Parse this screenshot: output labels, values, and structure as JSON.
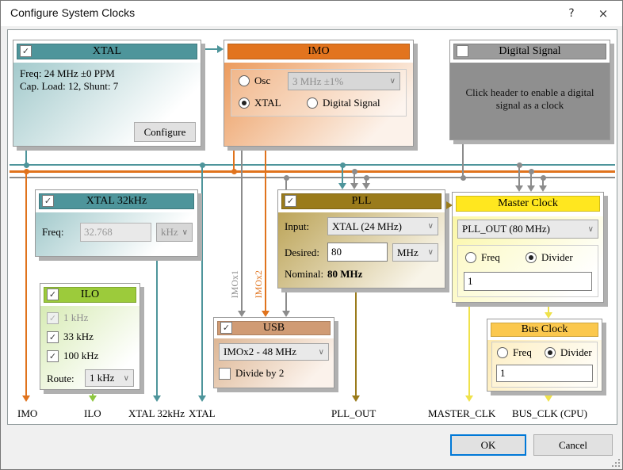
{
  "window": {
    "title": "Configure System Clocks",
    "help_button": "?",
    "close_button": "×"
  },
  "icons": {
    "check": "✓",
    "chevron": "∨"
  },
  "colors": {
    "teal": "#4E959B",
    "orange": "#E0731D",
    "gray": "#8C8C8C",
    "green": "#8DC63F",
    "olive": "#9A7B1B",
    "yellow": "#EFE24B",
    "master_header": "#FFE71F",
    "bus_header": "#FBC84E",
    "ok_focus_border": "#0078d7"
  },
  "blocks": {
    "xtal": {
      "title": "XTAL",
      "line1": "Freq: 24 MHz ±0 PPM",
      "line2": "Cap. Load: 12, Shunt: 7",
      "configure_label": "Configure"
    },
    "imo": {
      "title": "IMO",
      "osc_label": "Osc",
      "osc_value": "3 MHz  ±1%",
      "xtal_label": "XTAL",
      "digital_label": "Digital Signal"
    },
    "digital_signal": {
      "title": "Digital Signal",
      "body": "Click header to enable a digital signal as a clock"
    },
    "xtal32": {
      "title": "XTAL 32kHz",
      "freq_label": "Freq:",
      "freq_value": "32.768",
      "unit_value": "kHz"
    },
    "ilo": {
      "title": "ILO",
      "options": [
        "1 kHz",
        "33 kHz",
        "100 kHz"
      ],
      "route_label": "Route:",
      "route_value": "1 kHz"
    },
    "pll": {
      "title": "PLL",
      "input_label": "Input:",
      "input_value": "XTAL (24 MHz)",
      "desired_label": "Desired:",
      "desired_value": "80",
      "desired_unit": "MHz",
      "nominal_label": "Nominal:",
      "nominal_value": "80 MHz"
    },
    "usb": {
      "title": "USB",
      "source_value": "IMOx2 - 48 MHz",
      "divide_label": "Divide by 2"
    },
    "master": {
      "title": "Master Clock",
      "source_value": "PLL_OUT (80 MHz)",
      "freq_label": "Freq",
      "divider_label": "Divider",
      "divider_value": "1"
    },
    "bus": {
      "title": "Bus Clock",
      "freq_label": "Freq",
      "divider_label": "Divider",
      "divider_value": "1"
    }
  },
  "wire_labels": {
    "imox1": "IMOx1",
    "imox2": "IMOx2"
  },
  "outputs": [
    "IMO",
    "ILO",
    "XTAL 32kHz",
    "XTAL",
    "PLL_OUT",
    "MASTER_CLK",
    "BUS_CLK (CPU)"
  ],
  "footer": {
    "ok": "OK",
    "cancel": "Cancel"
  }
}
